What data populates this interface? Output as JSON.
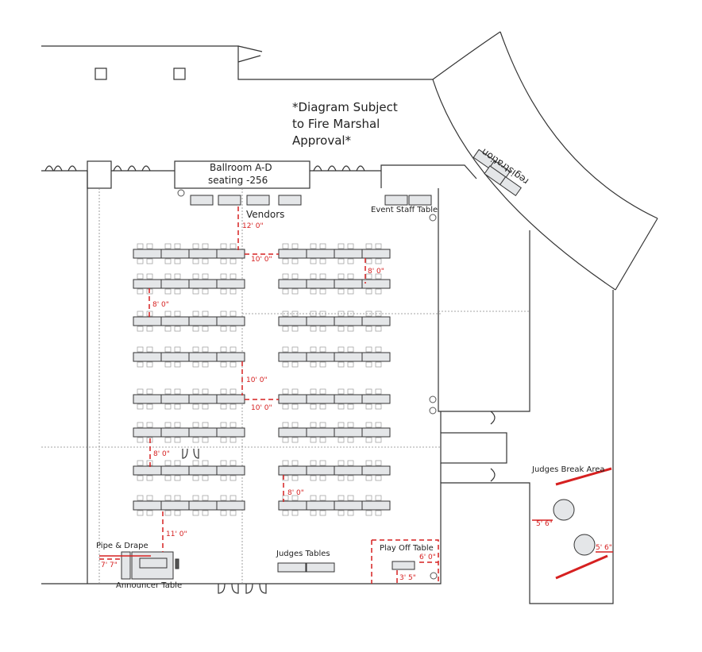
{
  "note": [
    "*Diagram Subject",
    "to Fire Marshal",
    "Approval*"
  ],
  "labels": {
    "ballroom": "Ballroom A-D",
    "seating": "seating -256",
    "vendors": "Vendors",
    "event_staff": "Event Staff Table",
    "registration": "registration",
    "judges_break": "Judges Break Area",
    "pipe_drape": "Pipe & Drape",
    "announcer": "Announcer Table",
    "judges_tables": "Judges Tables",
    "play_off": "Play Off Table"
  },
  "dimensions": [
    "12' 0\"",
    "10' 0\"",
    "8' 0\"",
    "8' 0\"",
    "10' 0\"",
    "10' 0\"",
    "8' 0\"",
    "8' 0\"",
    "11' 0\"",
    "7' 7\"",
    "6' 0\"",
    "3' 5\"",
    "5' 6\"",
    "5' 6\""
  ],
  "seating_rows": {
    "left_rows": 8,
    "right_rows": 8,
    "tables_per_row": 4
  },
  "colors": {
    "dimension": "#d62020",
    "table_fill": "#e4e6e8",
    "wall": "#333333"
  }
}
